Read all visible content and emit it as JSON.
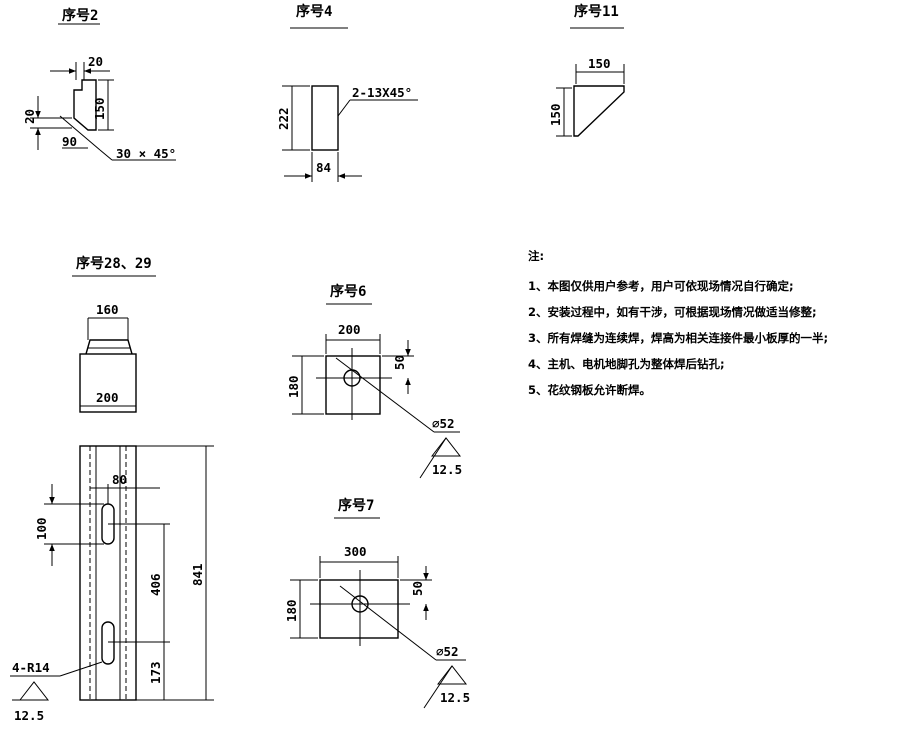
{
  "part2": {
    "title": "序号2",
    "dim_top": "20",
    "dim_left": "20",
    "dim_height": "150",
    "dim_base": "90",
    "chamfer": "30 × 45°"
  },
  "part4": {
    "title": "序号4",
    "dim_height": "222",
    "chamfer": "2-13X45°",
    "dim_width": "84"
  },
  "part11": {
    "title": "序号11",
    "dim_width": "150",
    "dim_height": "150"
  },
  "part28_29": {
    "title": "序号28、29",
    "dim_top_width": "160",
    "dim_bottom_width": "200",
    "dim_slot_spacing": "80",
    "dim_slot_len": "100",
    "dim_406": "406",
    "dim_841": "841",
    "dim_173": "173",
    "radius": "4-R14",
    "rough": "12.5"
  },
  "part6": {
    "title": "序号6",
    "dim_width": "200",
    "dim_hole_offset": "50",
    "dim_height": "180",
    "hole": "⌀52",
    "rough": "12.5"
  },
  "part7": {
    "title": "序号7",
    "dim_width": "300",
    "dim_hole_offset": "50",
    "dim_height": "180",
    "hole": "⌀52",
    "rough": "12.5"
  },
  "notes": {
    "heading": "注:",
    "items": [
      "1、本图仅供用户参考，用户可依现场情况自行确定;",
      "2、安装过程中，如有干涉，可根据现场情况做适当修整;",
      "3、所有焊缝为连续焊，焊高为相关连接件最小板厚的一半;",
      "4、主机、电机地脚孔为整体焊后钻孔;",
      "5、花纹钢板允许断焊。"
    ]
  }
}
